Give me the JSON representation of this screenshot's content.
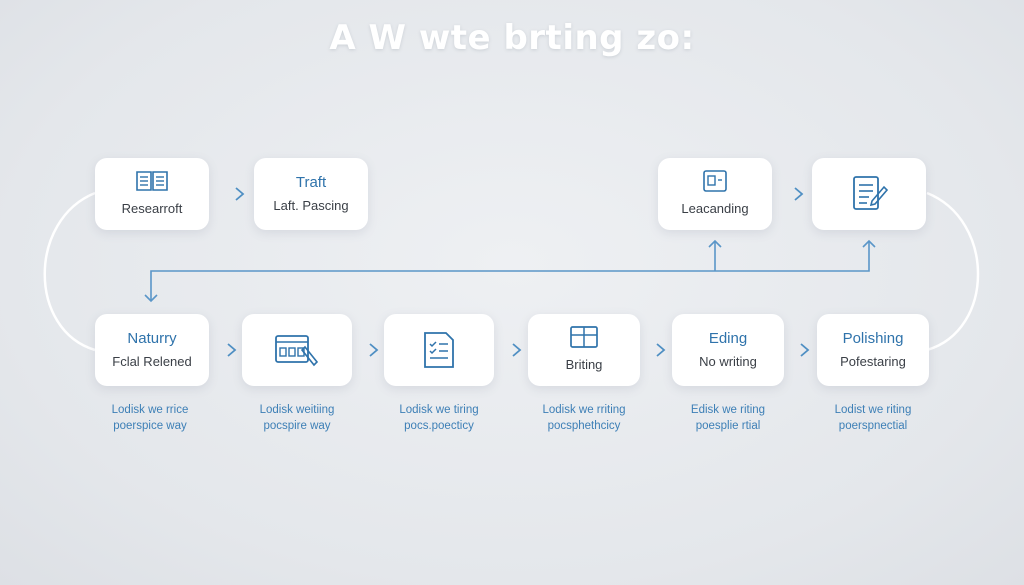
{
  "title": "A W wte brting zo:",
  "nodes": {
    "researcroft": {
      "label": "Researroft"
    },
    "traft": {
      "title": "Traft",
      "label": "Laft. Pascing"
    },
    "leacanding": {
      "label": "Leacanding"
    },
    "document": {},
    "naturry": {
      "title": "Naturry",
      "label": "Fclal Relened"
    },
    "interface": {},
    "checklist": {},
    "briting": {
      "label": "Briting"
    },
    "eding": {
      "title": "Eding",
      "label": "No writing"
    },
    "polishing": {
      "title": "Polishing",
      "label": "Pofestaring"
    }
  },
  "captions": [
    {
      "line1": "Lodisk we rrice",
      "line2": "poerspice way"
    },
    {
      "line1": "Lodisk weitiing",
      "line2": "pocspire way"
    },
    {
      "line1": "Lodisk we tiring",
      "line2": "pocs.poecticy"
    },
    {
      "line1": "Lodisk we rriting",
      "line2": "pocsphethcicy"
    },
    {
      "line1": "Edisk we riting",
      "line2": "poesplie rtial"
    },
    {
      "line1": "Lodist we riting",
      "line2": "poerspnectial"
    }
  ],
  "icons": [
    "book-icon",
    "document-window-icon",
    "writing-document-icon",
    "browser-edit-icon",
    "checklist-icon",
    "grid-layout-icon"
  ],
  "colors": {
    "accent": "#2f73ab",
    "connector": "#4f8fc3",
    "loop": "#ffffff",
    "background": "#e6e9ed"
  }
}
